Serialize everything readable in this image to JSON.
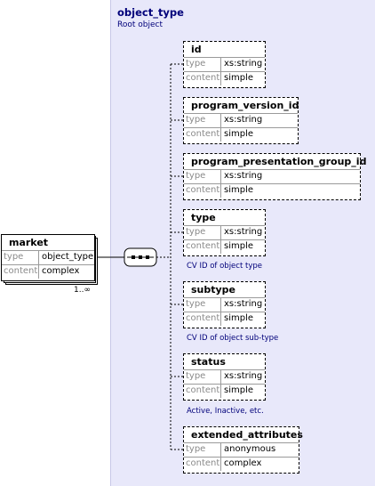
{
  "root": {
    "title": "object_type",
    "subtitle": "Root object"
  },
  "market": {
    "name": "market",
    "type_key": "type",
    "type_val": "object_type",
    "content_key": "content",
    "content_val": "complex",
    "multiplicity": "1..∞"
  },
  "children": [
    {
      "name": "id",
      "type_key": "type",
      "type_val": "xs:string",
      "content_key": "content",
      "content_val": "simple",
      "note": ""
    },
    {
      "name": "program_version_id",
      "type_key": "type",
      "type_val": "xs:string",
      "content_key": "content",
      "content_val": "simple",
      "note": ""
    },
    {
      "name": "program_presentation_group_id",
      "type_key": "type",
      "type_val": "xs:string",
      "content_key": "content",
      "content_val": "simple",
      "note": ""
    },
    {
      "name": "type",
      "type_key": "type",
      "type_val": "xs:string",
      "content_key": "content",
      "content_val": "simple",
      "note": "CV ID of object type"
    },
    {
      "name": "subtype",
      "type_key": "type",
      "type_val": "xs:string",
      "content_key": "content",
      "content_val": "simple",
      "note": "CV ID of object sub-type"
    },
    {
      "name": "status",
      "type_key": "type",
      "type_val": "xs:string",
      "content_key": "content",
      "content_val": "simple",
      "note": "Active, Inactive, etc."
    },
    {
      "name": "extended_attributes",
      "type_key": "type",
      "type_val": "anonymous",
      "content_key": "content",
      "content_val": "complex",
      "note": ""
    }
  ]
}
